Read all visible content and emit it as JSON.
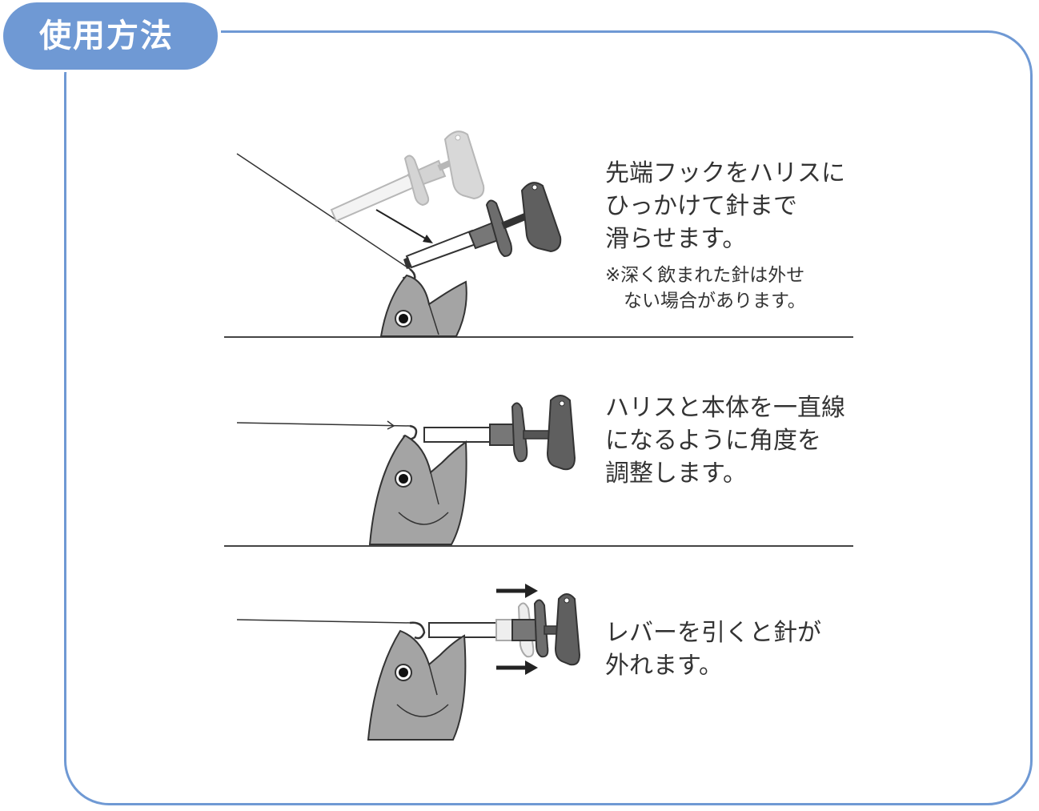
{
  "header": {
    "title": "使用方法"
  },
  "steps": [
    {
      "text": "先端フックをハリスに\nひっかけて針まで\n滑らせます。",
      "note": "※深く飲まれた針は外せ\n　ない場合があります。"
    },
    {
      "text": "ハリスと本体を一直線\nになるように角度を\n調整します。"
    },
    {
      "text": "レバーを引くと針が\n外れます。"
    }
  ],
  "colors": {
    "accent": "#6f99d4",
    "tool_dark": "#5f5f5f",
    "tool_light": "#c8c8c8",
    "fish": "#9a9a9a",
    "text": "#333333"
  }
}
